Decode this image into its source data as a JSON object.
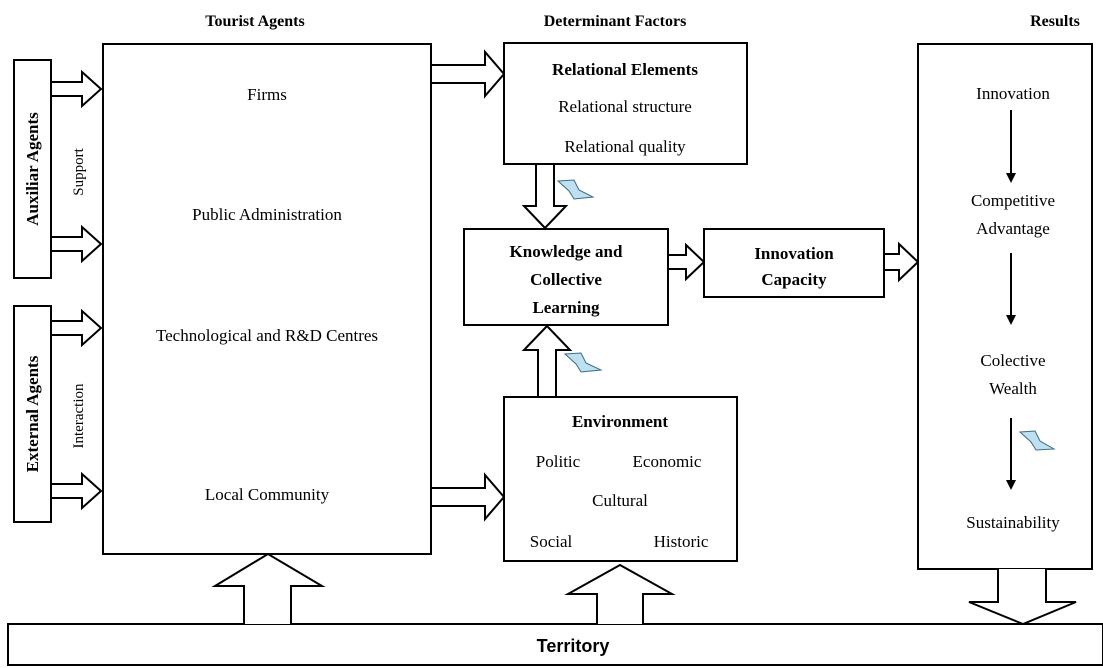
{
  "headers": {
    "tourist_agents": "Tourist Agents",
    "determinant_factors": "Determinant Factors",
    "results": "Results"
  },
  "auxiliar_agents": {
    "label": "Auxiliar Agents",
    "side_label": "Support"
  },
  "external_agents": {
    "label": "External Agents",
    "side_label": "Interaction"
  },
  "tourist_agents": {
    "items": [
      "Firms",
      "Public Administration",
      "Technological and R&D Centres",
      "Local Community"
    ]
  },
  "relational_elements": {
    "title": "Relational Elements",
    "items": [
      "Relational structure",
      "Relational quality"
    ]
  },
  "knowledge": {
    "lines": [
      "Knowledge and",
      "Collective",
      "Learning"
    ]
  },
  "innovation_capacity": {
    "lines": [
      "Innovation",
      "Capacity"
    ]
  },
  "environment": {
    "title": "Environment",
    "items": [
      "Politic",
      "Economic",
      "Cultural",
      "Social",
      "Historic"
    ]
  },
  "results": {
    "innovation": "Innovation",
    "competitive_advantage": [
      "Competitive",
      "Advantage"
    ],
    "collective_wealth": [
      "Colective",
      "Wealth"
    ],
    "sustainability": "Sustainability"
  },
  "territory": "Territory",
  "colors": {
    "stroke": "#000000",
    "lightning": "#bfe0ee"
  }
}
